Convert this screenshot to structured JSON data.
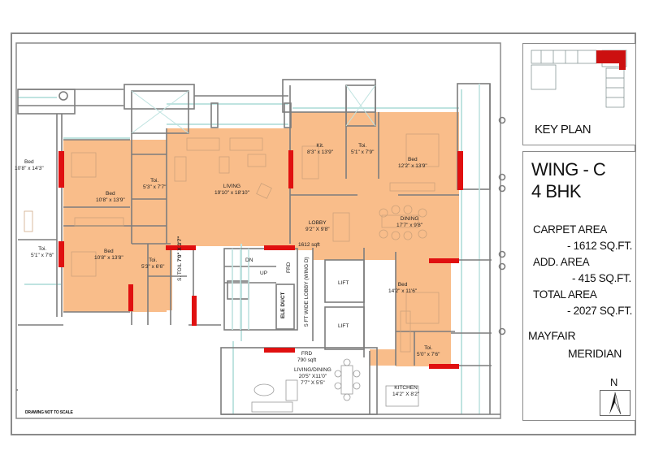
{
  "title_block": {
    "key_plan_label": "KEY PLAN",
    "wing": "WING - C",
    "configuration": "4 BHK",
    "carpet_area_label": "CARPET AREA",
    "carpet_area_value": "- 1612 SQ.FT.",
    "add_area_label": "ADD. AREA",
    "add_area_value": "- 415 SQ.FT.",
    "total_area_label": "TOTAL AREA",
    "total_area_value": "- 2027 SQ.FT.",
    "project_name_line1": "MAYFAIR",
    "project_name_line2": "MERIDIAN",
    "north_label": "N"
  },
  "footnote": "DRAWING NOT TO SCALE",
  "rooms": {
    "bed_outer": {
      "name": "Bed",
      "size": "10'8\" x 14'3\""
    },
    "bed_1": {
      "name": "Bed",
      "size": "10'8\" x 13'9\""
    },
    "toilet_1": {
      "name": "Toi.",
      "size": "5'3\" x 7'7\""
    },
    "living": {
      "name": "LIVING",
      "size": "19'10\" x 18'10\""
    },
    "kitchen_main": {
      "name": "Kit.",
      "size": "8'3\" x 13'9\""
    },
    "toilet_2": {
      "name": "Toi.",
      "size": "5'1\" x 7'9\""
    },
    "bed_2": {
      "name": "Bed",
      "size": "12'2\" x 13'9\""
    },
    "toilet_outer": {
      "name": "Toi.",
      "size": "5'1\" x 7'6\""
    },
    "bed_3": {
      "name": "Bed",
      "size": "10'8\" x 13'8\""
    },
    "toilet_3": {
      "name": "Toi.",
      "size": "5'3\" x 6'6\""
    },
    "servant_toilet": {
      "name": "S. TOIL",
      "size": "7'0\" X 3'7\""
    },
    "lobby": {
      "name": "LOBBY",
      "size": "9'2\" X 9'8\"",
      "area": "1612 sqft"
    },
    "dining": {
      "name": "DINING",
      "size": "17'7\" x 9'8\""
    },
    "bed_4": {
      "name": "Bed",
      "size": "14'2\" x 11'6\""
    },
    "toilet_4": {
      "name": "Toi.",
      "size": "5'0\" x 7'6\""
    },
    "frd_1": {
      "name": "FRD"
    },
    "ele_duct": {
      "name": "ELE DUCT"
    },
    "wide_lobby": {
      "name": "5 FT WIDE LOBBY (WING D)"
    },
    "lift_1": {
      "name": "LIFT"
    },
    "lift_2": {
      "name": "LIFT"
    },
    "stair_dn": {
      "name": "DN"
    },
    "stair_up": {
      "name": "UP"
    },
    "frd_2": {
      "name": "FRD",
      "area": "790 sqft"
    },
    "living_dining": {
      "name": "LIVING/DINING",
      "size": "20'5\" X11'0\"",
      "size2": "7'7\" X 5'5\""
    },
    "kitchen_2": {
      "name": "KITCHEN",
      "size": "14'2\" X 8'2\""
    }
  },
  "colors": {
    "unit_fill": "#f9bd8a",
    "wall": "#808080",
    "door_marker": "#e01010",
    "glass": "#bfe3e0",
    "furniture": "#c9a07a"
  }
}
